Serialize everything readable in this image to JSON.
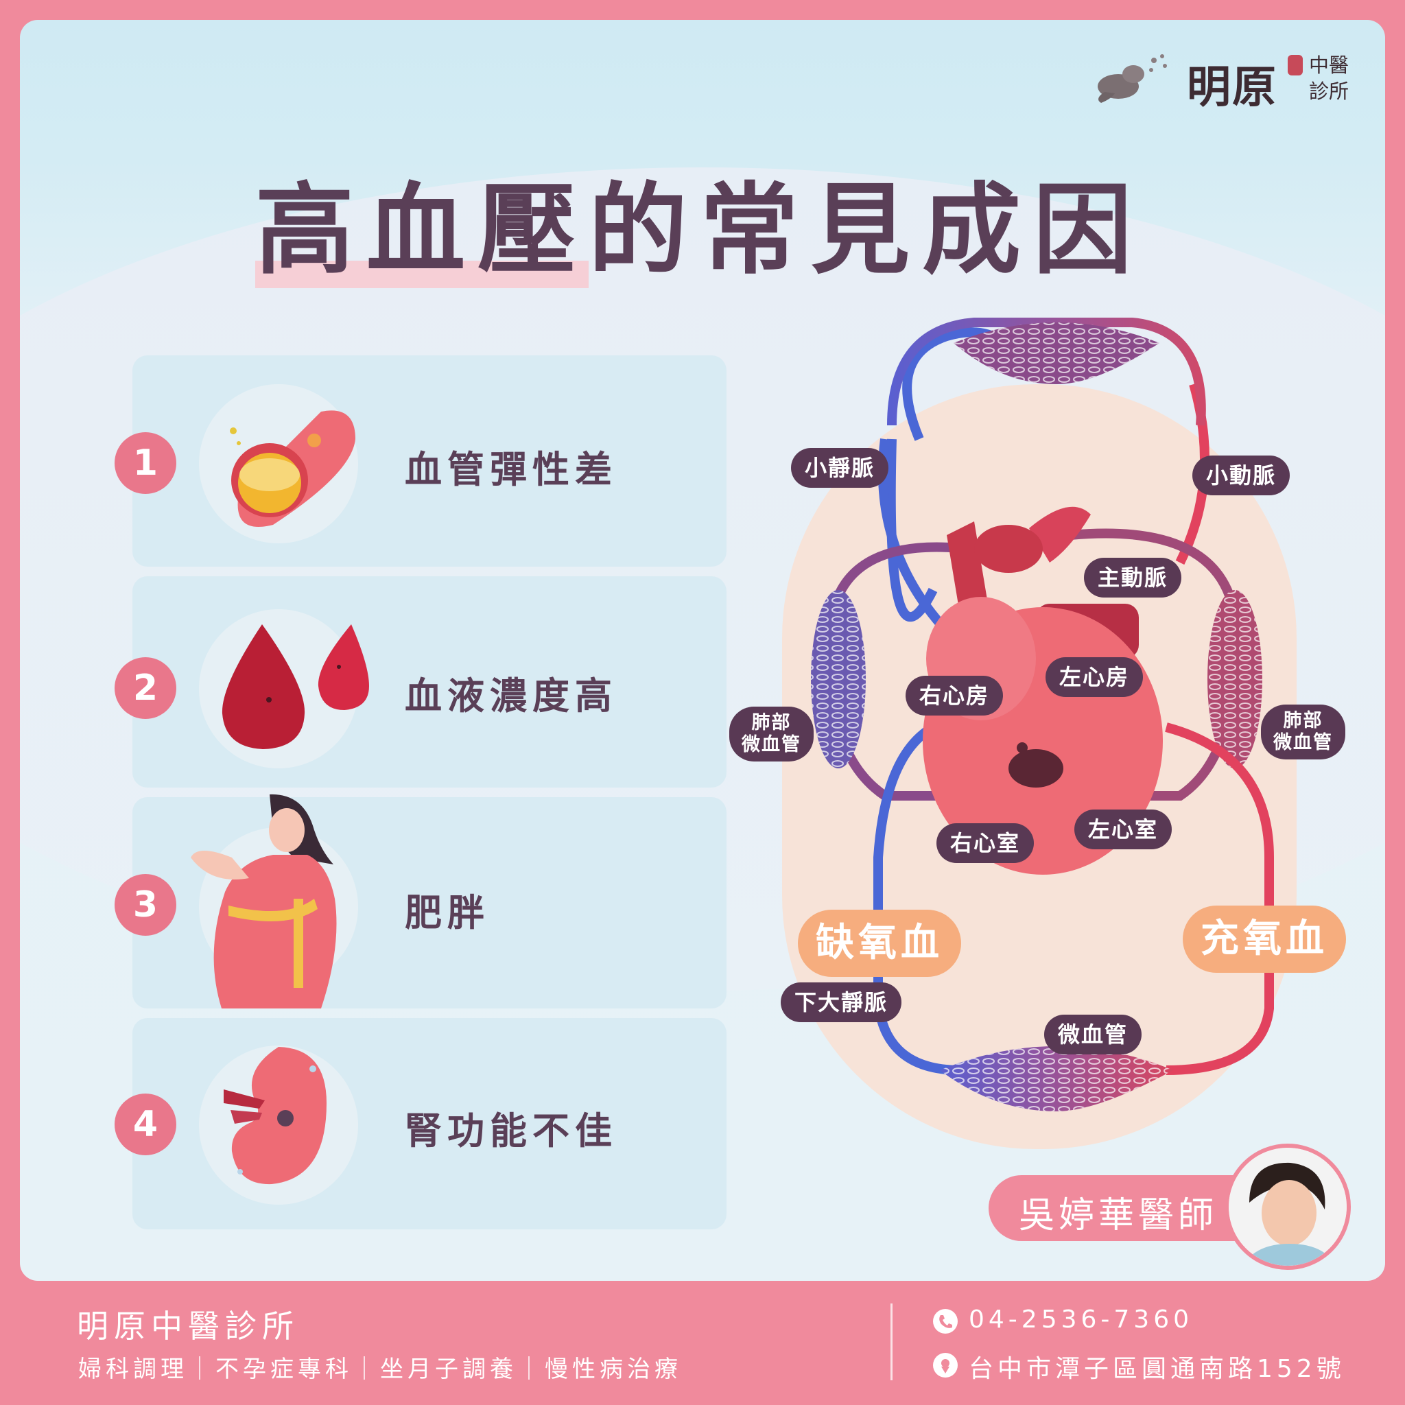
{
  "logo": {
    "brand": "明原",
    "sub_line1": "中醫",
    "sub_line2": "診所"
  },
  "title": "高血壓的常見成因",
  "causes": [
    {
      "number": "1",
      "label": "血管彈性差",
      "icon": "blood-vessel-plaque-icon"
    },
    {
      "number": "2",
      "label": "血液濃度高",
      "icon": "blood-drop-icon"
    },
    {
      "number": "3",
      "label": "肥胖",
      "icon": "measuring-waist-icon"
    },
    {
      "number": "4",
      "label": "腎功能不佳",
      "icon": "kidney-icon"
    }
  ],
  "diagram": {
    "labels": {
      "small_vein": "小靜脈",
      "small_artery": "小動脈",
      "aorta": "主動脈",
      "right_atrium": "右心房",
      "left_atrium": "左心房",
      "lung_cap_left_1": "肺部",
      "lung_cap_left_2": "微血管",
      "lung_cap_right_1": "肺部",
      "lung_cap_right_2": "微血管",
      "right_ventricle": "右心室",
      "left_ventricle": "左心室",
      "deoxygenated": "缺氧血",
      "oxygenated": "充氧血",
      "inferior_vena_cava": "下大靜脈",
      "capillaries": "微血管"
    },
    "colors": {
      "vein": "#4a67d6",
      "artery": "#e2425e",
      "capillary": "#8a4a8a",
      "heart": "#ee6b75"
    }
  },
  "doctor": {
    "name": "吳婷華醫師"
  },
  "footer": {
    "clinic_name": "明原中醫診所",
    "services": "婦科調理｜不孕症專科｜坐月子調養｜慢性病治療",
    "phone": "04-2536-7360",
    "address": "台中市潭子區圓通南路152號"
  },
  "colors": {
    "frame": "#f08a9c",
    "title": "#5a3f57",
    "badge": "#e9778b",
    "pill": "#593954",
    "blood_pill": "#f6ad7e"
  }
}
